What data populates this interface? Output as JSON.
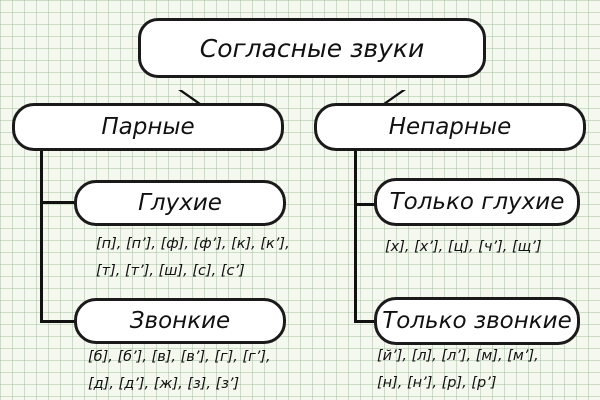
{
  "root": {
    "label": "Согласные звуки"
  },
  "left": {
    "label": "Парные",
    "voiceless": {
      "label": "Глухие",
      "sounds_line1": "[п], [п’], [ф], [ф’], [к], [к’],",
      "sounds_line2": "[т], [т’], [ш], [с], [с’]"
    },
    "voiced": {
      "label": "Звонкие",
      "sounds_line1": "[б], [б’], [в], [в’], [г], [г’],",
      "sounds_line2": "[д], [д’], [ж], [з], [з’]"
    }
  },
  "right": {
    "label": "Непарные",
    "voiceless": {
      "label": "Только глухие",
      "sounds_line1": "[х], [х’], [ц], [ч’], [щ’]"
    },
    "voiced": {
      "label": "Только звонкие",
      "sounds_line1": "[й’], [л], [л’], [м], [м’],",
      "sounds_line2": "[н], [н’], [р], [р’]"
    }
  }
}
